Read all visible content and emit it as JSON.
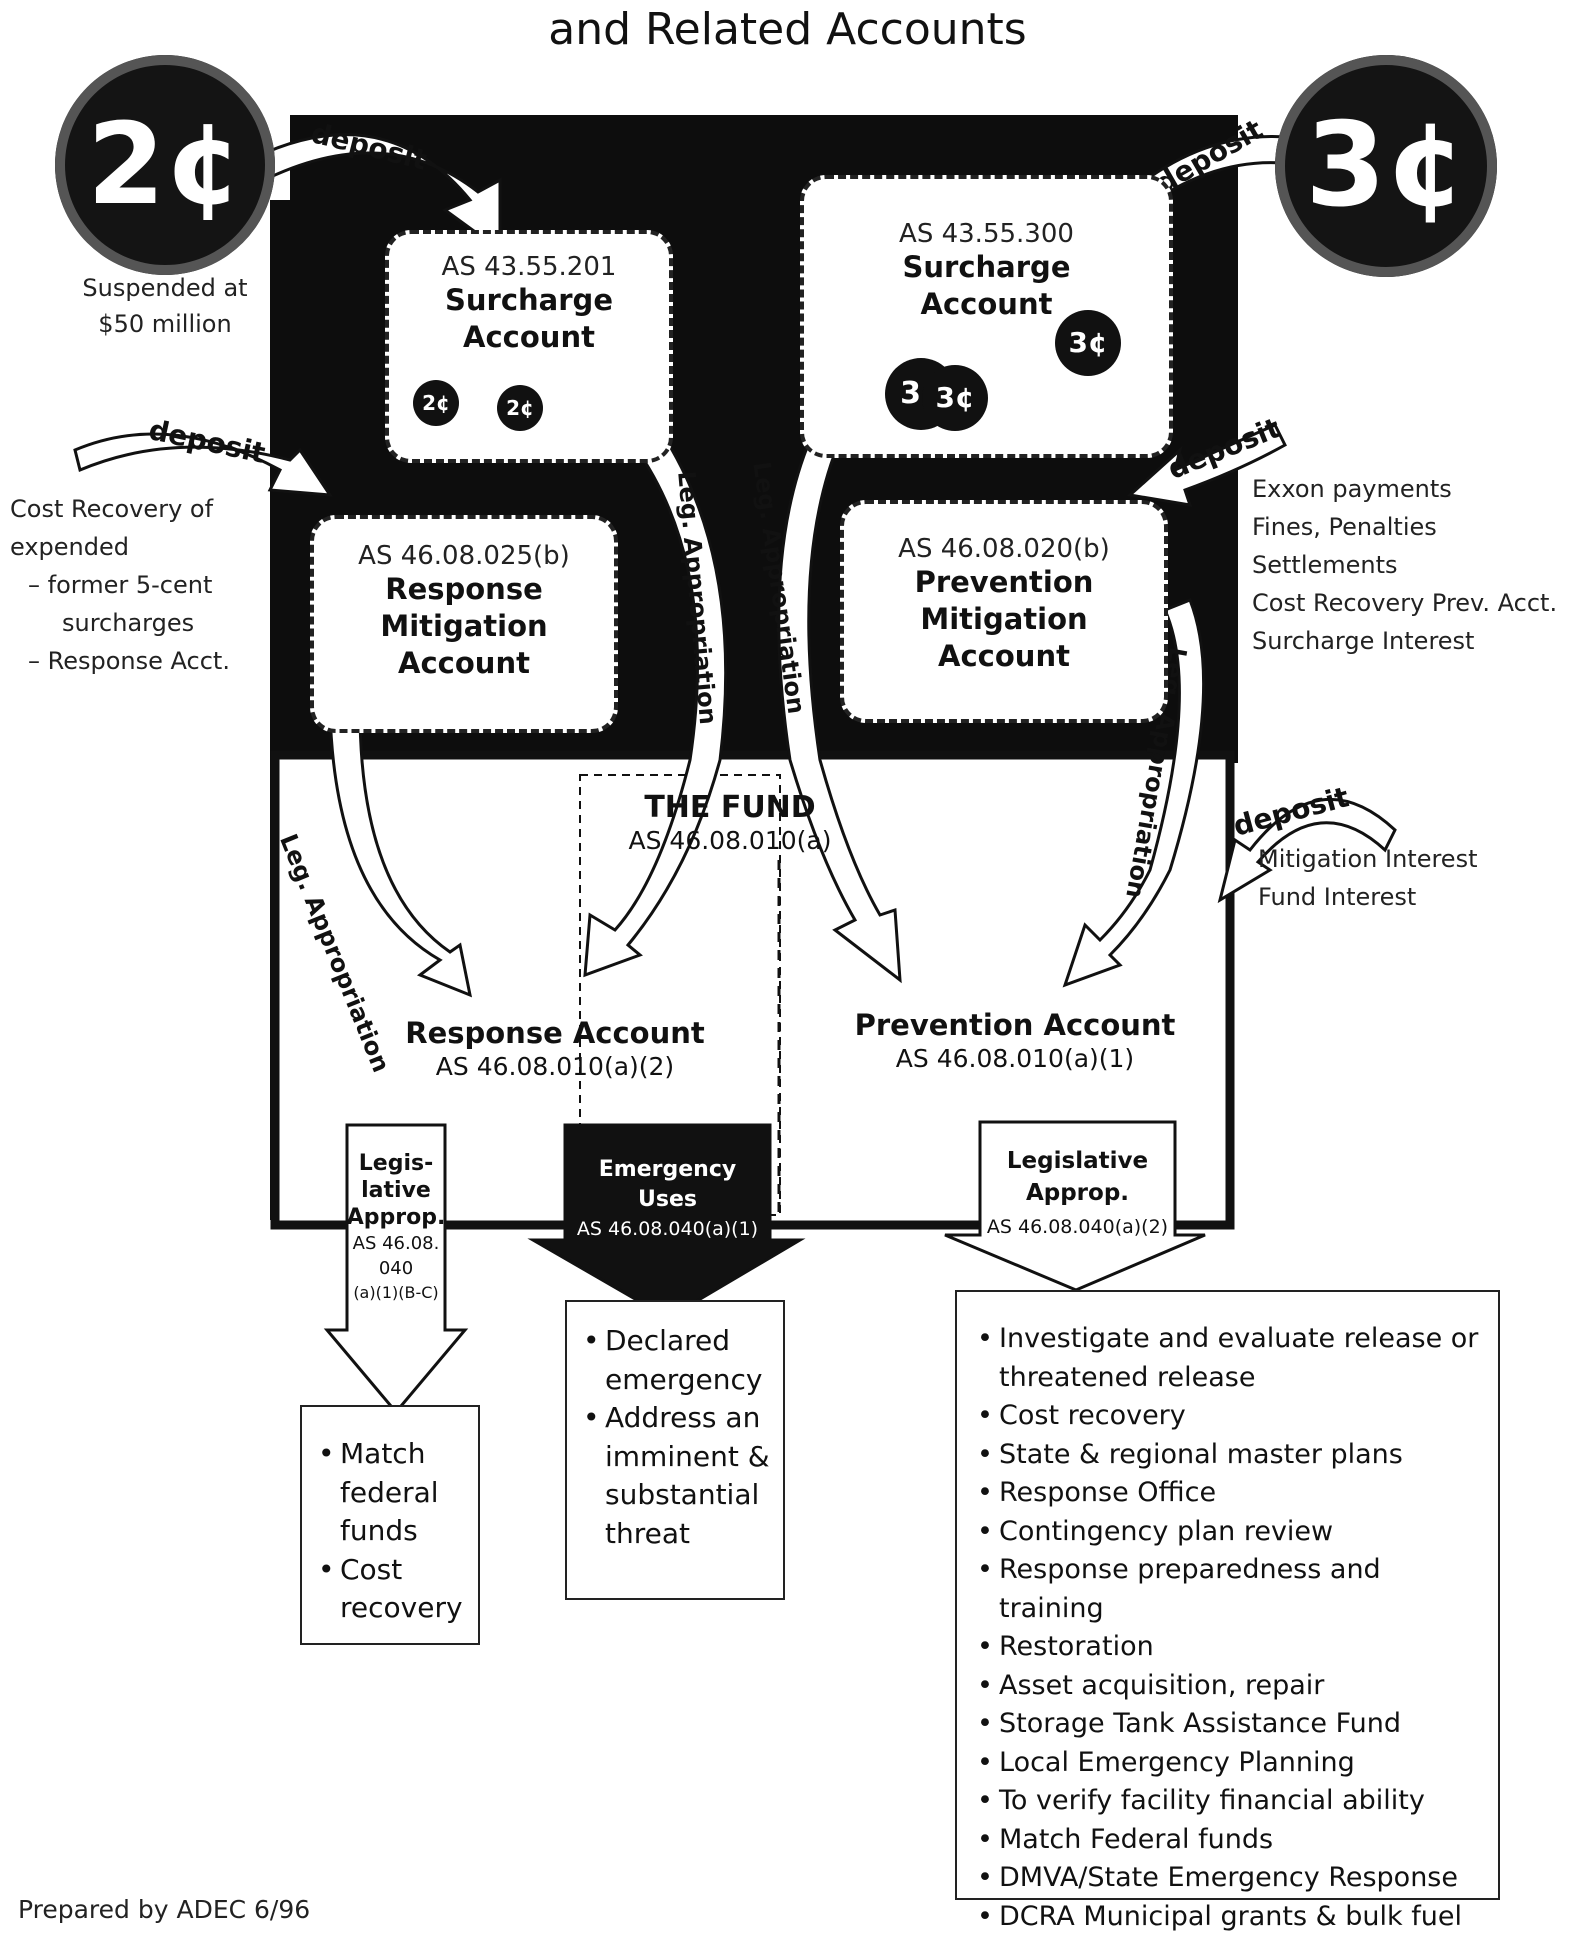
{
  "title": "and Related Accounts",
  "coins": {
    "left": "2¢",
    "right": "3¢",
    "small_left": "2¢",
    "small_right": "3¢"
  },
  "suspended": [
    "Suspended at",
    "$50 million"
  ],
  "surcharge_2": {
    "code": "AS 43.55.201",
    "name": [
      "Surcharge",
      "Account"
    ]
  },
  "surcharge_3": {
    "code": "AS 43.55.300",
    "name": [
      "Surcharge",
      "Account"
    ]
  },
  "response_mitigation": {
    "code": "AS 46.08.025(b)",
    "name": [
      "Response",
      "Mitigation",
      "Account"
    ]
  },
  "prevention_mitigation": {
    "code": "AS 46.08.020(b)",
    "name": [
      "Prevention",
      "Mitigation",
      "Account"
    ]
  },
  "deposit_label": "deposit",
  "leg_appropriation_label": "Leg. Appropriation",
  "cost_recovery": [
    "Cost Recovery of",
    "expended",
    "– former 5-cent",
    "surcharges",
    "– Response Acct."
  ],
  "prevention_sources": [
    "Exxon payments",
    "Fines, Penalties",
    "Settlements",
    "Cost Recovery Prev. Acct.",
    "Surcharge Interest"
  ],
  "interest_sources": [
    "Mitigation Interest",
    "Fund Interest"
  ],
  "fund": {
    "name": "THE FUND",
    "code": "AS 46.08.010(a)"
  },
  "response_account": {
    "name": "Response Account",
    "code": "AS 46.08.010(a)(2)"
  },
  "prevention_account": {
    "name": "Prevention Account",
    "code": "AS 46.08.010(a)(1)"
  },
  "outflow_left": {
    "label": [
      "Legis-",
      "lative",
      "Approp."
    ],
    "code": [
      "AS 46.08.",
      "040",
      "(a)(1)(B-C)"
    ]
  },
  "outflow_middle": {
    "label": [
      "Emergency",
      "Uses"
    ],
    "code": "AS 46.08.040(a)(1)"
  },
  "outflow_right": {
    "label": [
      "Legislative",
      "Approp."
    ],
    "code": "AS 46.08.040(a)(2)"
  },
  "list_left": [
    "Match federal funds",
    "Cost recovery"
  ],
  "list_middle": [
    "Declared emergency",
    "Address an imminent & substantial threat"
  ],
  "list_right": [
    "Investigate and evaluate release or threatened release",
    "Cost recovery",
    "State & regional master plans",
    "Response Office",
    "Contingency plan review",
    "Response preparedness and training",
    "Restoration",
    "Asset acquisition, repair",
    "Storage Tank Assistance Fund",
    "Local Emergency Planning",
    "To verify facility financial ability",
    "Match Federal funds",
    "DMVA/State Emergency Response",
    "DCRA Municipal grants & bulk fuel"
  ],
  "footer": "Prepared by ADEC  6/96",
  "colors": {
    "ink": "#111111",
    "paper": "#ffffff",
    "panel": "#0d0d0d"
  }
}
